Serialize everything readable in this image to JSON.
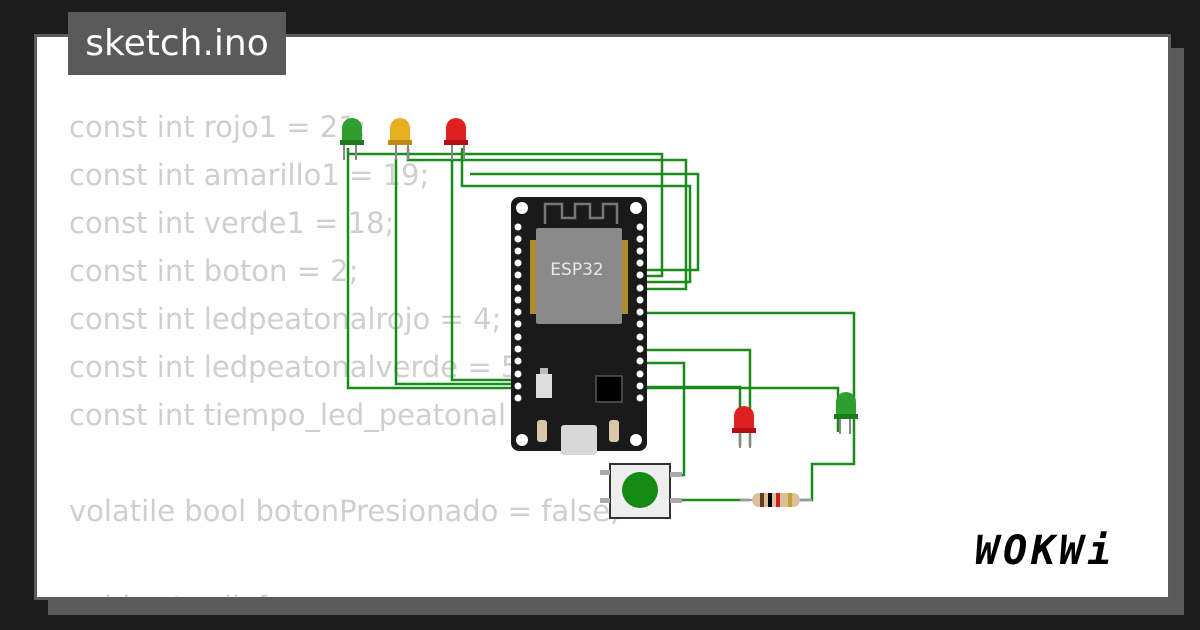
{
  "tab": {
    "filename": "sketch.ino"
  },
  "code": {
    "lines": [
      "const int rojo1 = 21;",
      "const int amarillo1 = 19;",
      "const int verde1 = 18;",
      "const int boton = 2;",
      "const int ledpeatonalrojo = 4;",
      "const int ledpeatonalverde = 5;",
      "const int tiempo_led_peatonal",
      "",
      "volatile bool botonPresionado = false;",
      "",
      "void setup() {"
    ]
  },
  "board": {
    "chip_label": "ESP32"
  },
  "brand": {
    "logo": "WOKWi"
  },
  "colors": {
    "background": "#1c1c1c",
    "card": "#ffffff",
    "tab": "#5a5a5a",
    "wire": "#1a8a1a",
    "led_green": "#2e9e2e",
    "led_yellow": "#e6b020",
    "led_red": "#e02020",
    "board": "#1a1a1a",
    "chip": "#8a8a8a"
  }
}
